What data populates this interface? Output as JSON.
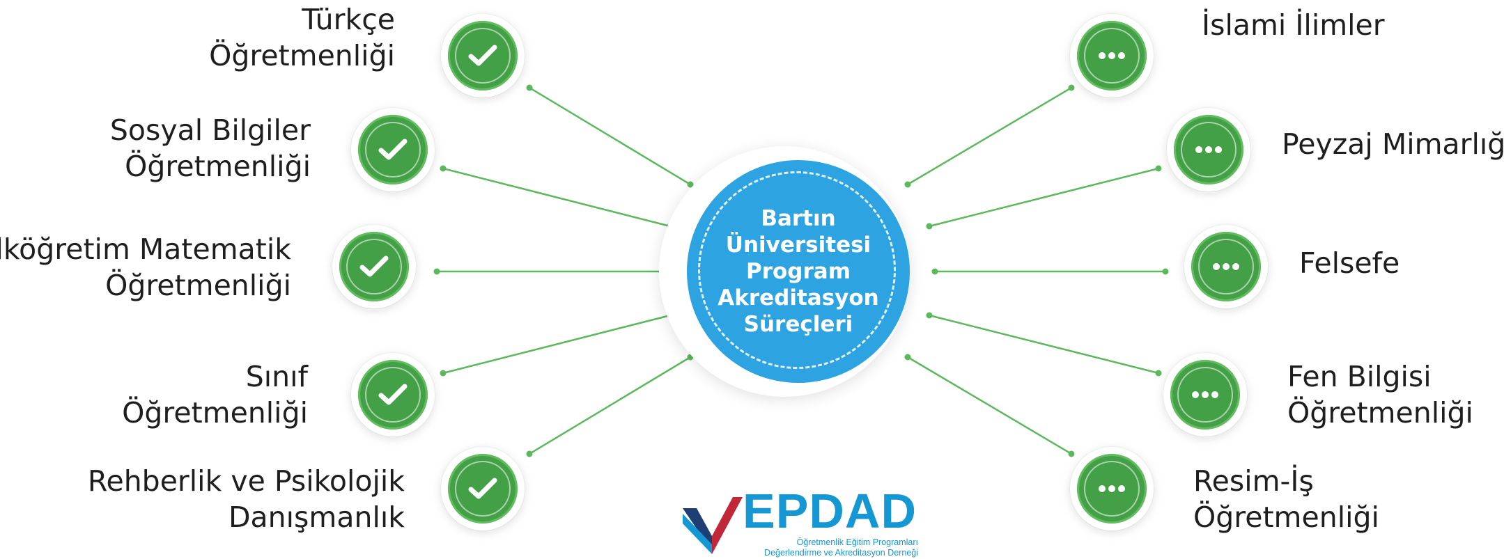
{
  "hub": {
    "lines": [
      "Bartın",
      "Üniversitesi",
      "Program",
      "Akreditasyon",
      "Süreçleri"
    ]
  },
  "left_items": [
    {
      "lines": [
        "Türkçe",
        "Öğretmenliği"
      ],
      "status": "completed",
      "icon": "check-icon"
    },
    {
      "lines": [
        "Sosyal Bilgiler",
        "Öğretmenliği"
      ],
      "status": "completed",
      "icon": "check-icon"
    },
    {
      "lines": [
        "İlköğretim Matematik",
        "Öğretmenliği"
      ],
      "status": "completed",
      "icon": "check-icon"
    },
    {
      "lines": [
        "Sınıf",
        "Öğretmenliği"
      ],
      "status": "completed",
      "icon": "check-icon"
    },
    {
      "lines": [
        "Rehberlik ve Psikolojik",
        "Danışmanlık"
      ],
      "status": "completed",
      "icon": "check-icon"
    }
  ],
  "right_items": [
    {
      "lines": [
        "İslami İlimler"
      ],
      "status": "in-progress",
      "icon": "dots-icon"
    },
    {
      "lines": [
        "Peyzaj Mimarlığı"
      ],
      "status": "in-progress",
      "icon": "dots-icon"
    },
    {
      "lines": [
        "Felsefe"
      ],
      "status": "in-progress",
      "icon": "dots-icon"
    },
    {
      "lines": [
        "Fen Bilgisi",
        "Öğretmenliği"
      ],
      "status": "in-progress",
      "icon": "dots-icon"
    },
    {
      "lines": [
        "Resim-İş",
        "Öğretmenliği"
      ],
      "status": "in-progress",
      "icon": "dots-icon"
    }
  ],
  "logo": {
    "brand": "EPDAD",
    "subtitle_line1": "Öğretmenlik Eğitim Programları",
    "subtitle_line2": "Değerlendirme ve Akreditasyon Derneği"
  },
  "colors": {
    "hub": "#2ea3e2",
    "node_green": "#43a047",
    "connector": "#5cb85c",
    "logo_blue": "#1597d4",
    "logo_red": "#c0283a",
    "logo_navy": "#1f3f74"
  }
}
